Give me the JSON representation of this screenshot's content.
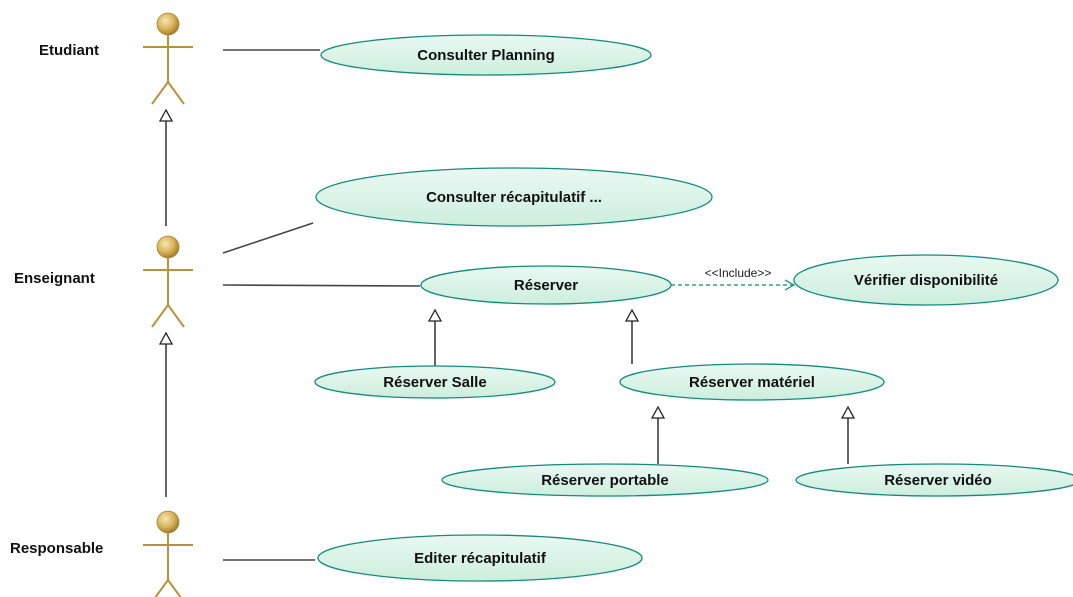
{
  "actors": {
    "etudiant": "Etudiant",
    "enseignant": "Enseignant",
    "responsable": "Responsable"
  },
  "use_cases": {
    "consulter_planning": "Consulter Planning",
    "consulter_recap": "Consulter récapitulatif ...",
    "reserver": "Réserver",
    "verifier_dispo": "Vérifier disponibilité",
    "reserver_salle": "Réserver Salle",
    "reserver_materiel": "Réserver matériel",
    "reserver_portable": "Réserver portable",
    "reserver_video": "Réserver vidéo",
    "editer_recap": "Editer récapitulatif"
  },
  "relations": {
    "include_label": "<<Include>>"
  },
  "colors": {
    "use_case_fill": "#d6f2e4",
    "use_case_border": "#138b80",
    "actor_head": "#c9a24a",
    "actor_body": "#b8933f",
    "include_arrow": "#2a9d93"
  }
}
